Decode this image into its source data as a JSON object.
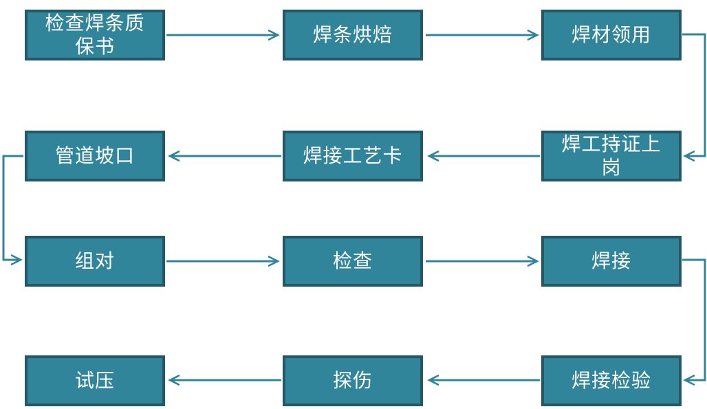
{
  "colors": {
    "box_fill": "#31859B",
    "box_border": "#215968",
    "connector": "#31859B",
    "text": "#FFFFFF",
    "background": "#FFFFFF"
  },
  "nodes": [
    {
      "id": "check-electrode-certificate",
      "label": "检查焊条质\n保书"
    },
    {
      "id": "electrode-baking",
      "label": "焊条烘焙"
    },
    {
      "id": "welding-material-issue",
      "label": "焊材领用"
    },
    {
      "id": "welder-certified-on-duty",
      "label": "焊工持证上\n岗"
    },
    {
      "id": "welding-procedure-card",
      "label": "焊接工艺卡"
    },
    {
      "id": "pipe-beveling",
      "label": "管道坡口"
    },
    {
      "id": "fit-up",
      "label": "组对"
    },
    {
      "id": "inspection",
      "label": "检查"
    },
    {
      "id": "welding",
      "label": "焊接"
    },
    {
      "id": "weld-inspection",
      "label": "焊接检验"
    },
    {
      "id": "flaw-detection",
      "label": "探伤"
    },
    {
      "id": "pressure-test",
      "label": "试压"
    }
  ],
  "edges": [
    {
      "from": "check-electrode-certificate",
      "to": "electrode-baking"
    },
    {
      "from": "electrode-baking",
      "to": "welding-material-issue"
    },
    {
      "from": "welding-material-issue",
      "to": "welder-certified-on-duty"
    },
    {
      "from": "welder-certified-on-duty",
      "to": "welding-procedure-card"
    },
    {
      "from": "welding-procedure-card",
      "to": "pipe-beveling"
    },
    {
      "from": "pipe-beveling",
      "to": "fit-up"
    },
    {
      "from": "fit-up",
      "to": "inspection"
    },
    {
      "from": "inspection",
      "to": "welding"
    },
    {
      "from": "welding",
      "to": "weld-inspection"
    },
    {
      "from": "weld-inspection",
      "to": "flaw-detection"
    },
    {
      "from": "flaw-detection",
      "to": "pressure-test"
    }
  ]
}
